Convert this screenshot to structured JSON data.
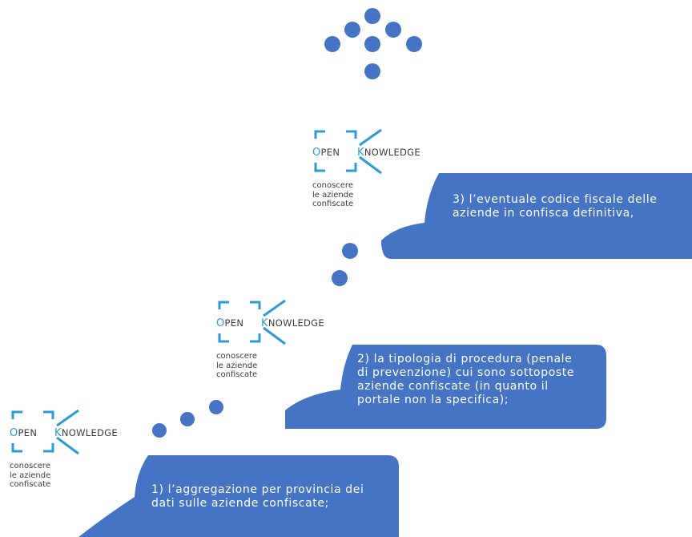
{
  "colors": {
    "accent_blue": "#4674c5",
    "logo_blue": "#2b9bd6",
    "logo_text": "#3c3c3c"
  },
  "logo": {
    "open_first": "O",
    "open_rest": "PEN",
    "knowledge_first": "K",
    "knowledge_rest": "NOWLEDGE",
    "tagline_1": "conoscere",
    "tagline_2": "le aziende",
    "tagline_3": "confiscate"
  },
  "steps": [
    {
      "line1": "1) l’aggregazione per provincia dei",
      "line2": "dati sulle aziende confiscate;"
    },
    {
      "line1": "2) la tipologia di procedura (penale",
      "line2": "di prevenzione) cui sono sottoposte",
      "line3": "aziende confiscate (in quanto il",
      "line4": "portale non la specifica);"
    },
    {
      "line1": "3) l’eventuale codice fiscale delle",
      "line2": "aziende in confisca definitiva,"
    }
  ],
  "icons": {
    "top": "dotted-up-arrow-icon"
  }
}
